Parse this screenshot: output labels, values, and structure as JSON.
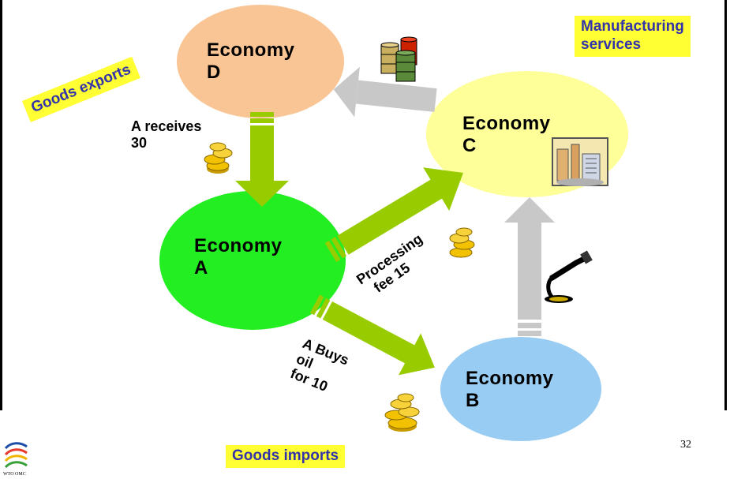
{
  "slide": {
    "page_number": "32",
    "logo_text": "WTO OMC"
  },
  "economies": {
    "a": {
      "line1": "Economy",
      "line2": "A",
      "color": "#22ee22"
    },
    "b": {
      "line1": "Economy",
      "line2": "B",
      "color": "#99ccf2"
    },
    "c": {
      "line1": "Economy",
      "line2": "C",
      "color": "#ffff99"
    },
    "d": {
      "line1": "Economy",
      "line2": "D",
      "color": "#f9c595"
    }
  },
  "boxes": {
    "goods_exports": "Goods exports",
    "goods_imports": "Goods imports",
    "manufacturing_line1": "Manufacturing",
    "manufacturing_line2": "services"
  },
  "flow_labels": {
    "a_receives_line1": "A receives",
    "a_receives_line2": "30",
    "processing_line1": "Processing",
    "processing_line2": "fee 15",
    "buys_line1": "A Buys",
    "buys_line2": "oil",
    "buys_line3": "for 10"
  },
  "colors": {
    "green_arrow": "#99cc00",
    "grey_arrow": "#c8c8c8",
    "box_fill": "#ffff33",
    "box_text": "#3333aa"
  },
  "icons": [
    "coins-icon",
    "oil-barrels-icon",
    "factory-icon",
    "oil-pipe-icon",
    "wto-logo-icon"
  ]
}
